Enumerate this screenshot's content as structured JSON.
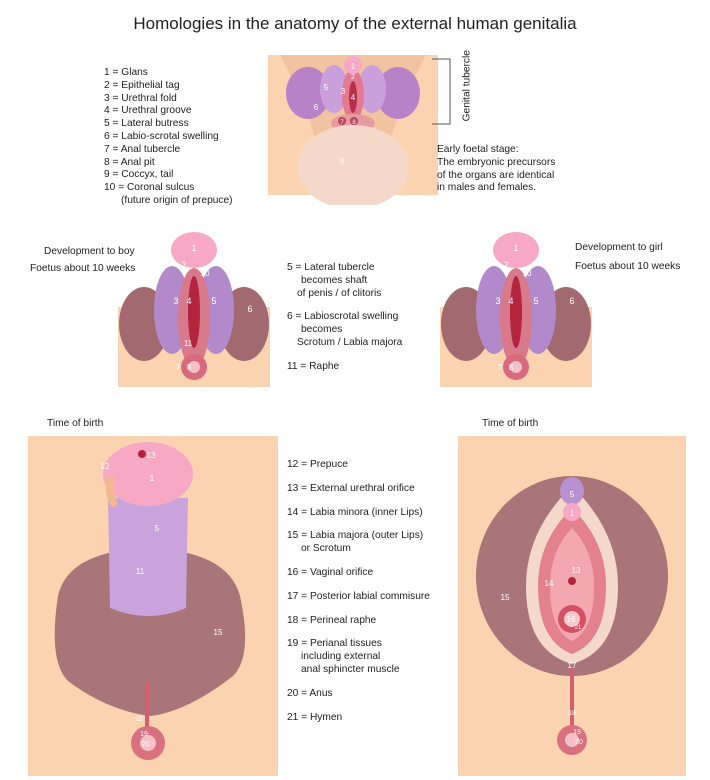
{
  "title": "Homologies in the anatomy of the external human genitalia",
  "legend": [
    "1 = Glans",
    "2 = Epithelial tag",
    "3 = Urethral fold",
    "4 = Urethral groove",
    "5 = Lateral butress",
    "6 = Labio-scrotal swelling",
    "7 = Anal tubercle",
    "8 = Anal pit",
    "9 = Coccyx, tail",
    "10 = Coronal sulcus",
    "(future origin of prepuce)"
  ],
  "genital_tubercle_label": "Genital tubercle",
  "early_stage": [
    "Early foetal stage:",
    "The embryonic precursors",
    "of the organs are identical",
    "in males and females."
  ],
  "boy": {
    "heading": "Development to boy",
    "sub": "Foetus about 10 weeks"
  },
  "girl": {
    "heading": "Development to girl",
    "sub": "Foetus about 10 weeks"
  },
  "mid_notes": {
    "n5": [
      "5 = Lateral tubercle",
      "becomes shaft",
      "of penis / of clitoris"
    ],
    "n6": [
      "6 = Labioscrotal swelling",
      "becomes",
      "Scrotum / Labia majora"
    ],
    "n11": "11 = Raphe"
  },
  "birth_left": "Time of birth",
  "birth_right": "Time of birth",
  "birth_list": [
    "12 = Prepuce",
    "13 = External urethral orifice",
    "14 = Labia minora (inner Lips)",
    "15 = Labia majora (outer Lips)",
    "or Scrotum",
    "16 = Vaginal orifice",
    "17 = Posterior labial commisure",
    "18 = Perineal raphe",
    "19 = Perianal tissues",
    "including external",
    "anal sphincter muscle",
    "20 = Anus",
    "21 = Hymen"
  ],
  "diagram_labels": {
    "top": [
      "1",
      "2",
      "3",
      "4",
      "5",
      "6",
      "7",
      "8",
      "9"
    ],
    "boy": [
      "1",
      "2",
      "10",
      "3",
      "4",
      "5",
      "6",
      "11",
      "7",
      "8"
    ],
    "girl": [
      "1",
      "2",
      "10",
      "3",
      "4",
      "5",
      "6",
      "7",
      "8"
    ],
    "male_birth": [
      "13",
      "12",
      "1",
      "5",
      "11",
      "15",
      "18",
      "19",
      "20"
    ],
    "female_birth": [
      "5",
      "1",
      "14",
      "13",
      "15",
      "16",
      "21",
      "17",
      "18",
      "19",
      "20"
    ]
  },
  "colors": {
    "skin": "#fbd3b0",
    "skin_dark": "#f2b98c",
    "pink": "#f7a3c0",
    "lavender": "#c79ad4",
    "mauve": "#a86b6f",
    "red": "#c43a4a",
    "cream": "#f4d9cb"
  }
}
